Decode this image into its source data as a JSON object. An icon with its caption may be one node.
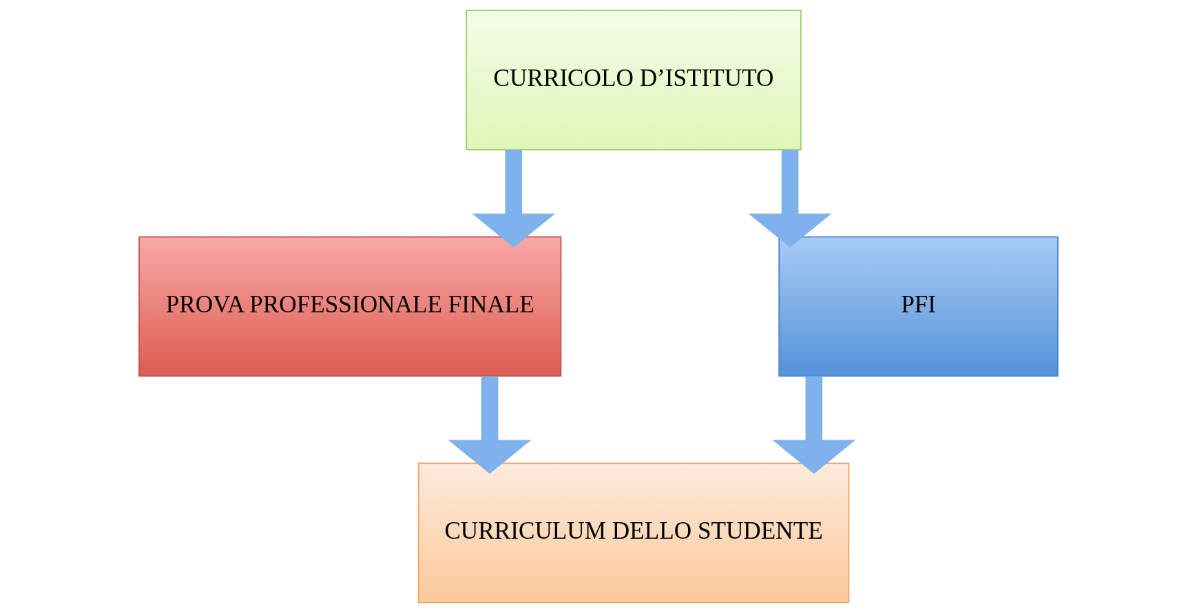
{
  "diagram": {
    "nodes": [
      {
        "text": [
          "CURRICOLO D’ISTITUTO"
        ]
      },
      {
        "text": [
          "PROVA PROFESSIONALE FINALE"
        ]
      },
      {
        "text": [
          "PFI"
        ]
      },
      {
        "text": [
          "CURRICULUM DELLO STUDENTE"
        ]
      }
    ],
    "edges": [
      {
        "from": 0,
        "to": 1,
        "arrow": "to"
      },
      {
        "from": 0,
        "to": 2,
        "arrow": "to"
      },
      {
        "from": 1,
        "to": 3,
        "arrow": "to"
      },
      {
        "from": 2,
        "to": 3,
        "arrow": "to"
      }
    ]
  }
}
